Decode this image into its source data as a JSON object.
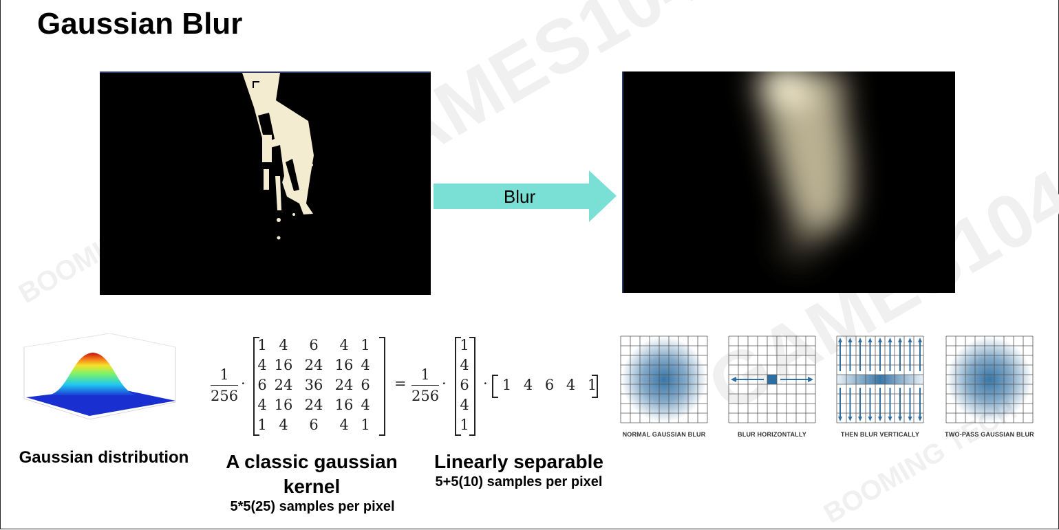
{
  "slide": {
    "title": "Gaussian Blur",
    "arrow_label": "Blur",
    "arrow_color": "#7ae0d6",
    "watermark": [
      "GAMES104",
      "BOOMING TECH"
    ]
  },
  "captions": {
    "distribution": "Gaussian distribution",
    "kernel_title": "A classic gaussian kernel",
    "kernel_samples": "5*5(25) samples per pixel",
    "separable_title": "Linearly separable",
    "separable_samples": "5+5(10) samples per pixel"
  },
  "formula": {
    "numerator": "1",
    "denominator": "256",
    "dot": "·",
    "equals": "=",
    "kernel_matrix": [
      [
        "1",
        "4",
        "6",
        "4",
        "1"
      ],
      [
        "4",
        "16",
        "24",
        "16",
        "4"
      ],
      [
        "6",
        "24",
        "36",
        "24",
        "6"
      ],
      [
        "4",
        "16",
        "24",
        "16",
        "4"
      ],
      [
        "1",
        "4",
        "6",
        "4",
        "1"
      ]
    ],
    "column_vector": [
      "1",
      "4",
      "6",
      "4",
      "1"
    ],
    "row_vector": [
      "1",
      "4",
      "6",
      "4",
      "1"
    ]
  },
  "blur_steps": [
    "NORMAL GAUSSIAN BLUR",
    "BLUR HORIZONTALLY",
    "THEN BLUR VERTICALLY",
    "TWO-PASS GAUSSIAN BLUR"
  ],
  "colors": {
    "grid_blue": "#2e6fa3",
    "bright_pixel": "#f4ecd0"
  }
}
